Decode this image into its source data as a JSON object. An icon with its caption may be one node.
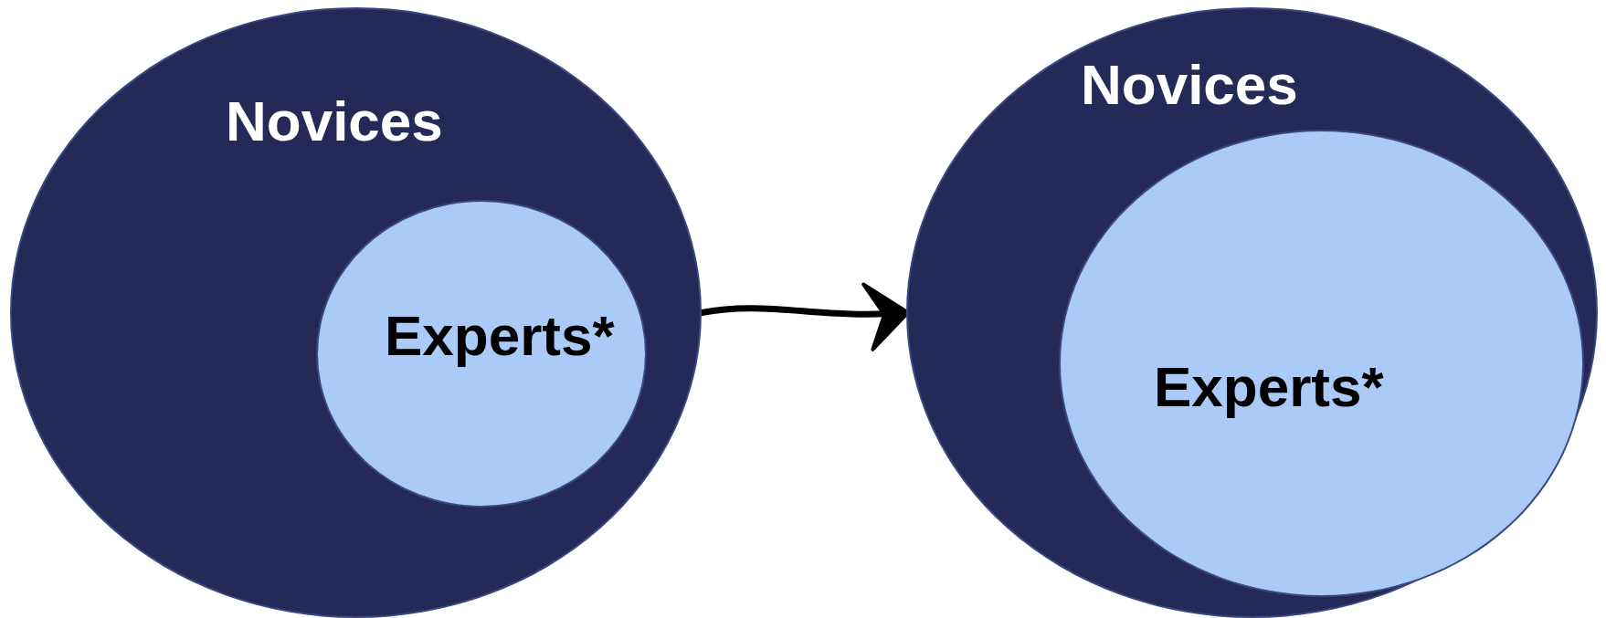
{
  "diagram": {
    "nodes": [
      {
        "text": [
          "Novices"
        ]
      },
      {
        "text": [
          "Experts*"
        ],
        "in": 0
      },
      {
        "text": [
          "Novices"
        ]
      },
      {
        "text": [
          "Experts*"
        ],
        "in": 2
      }
    ],
    "edges": [
      {
        "from": 0,
        "to": 2,
        "arrow": "to"
      }
    ]
  }
}
